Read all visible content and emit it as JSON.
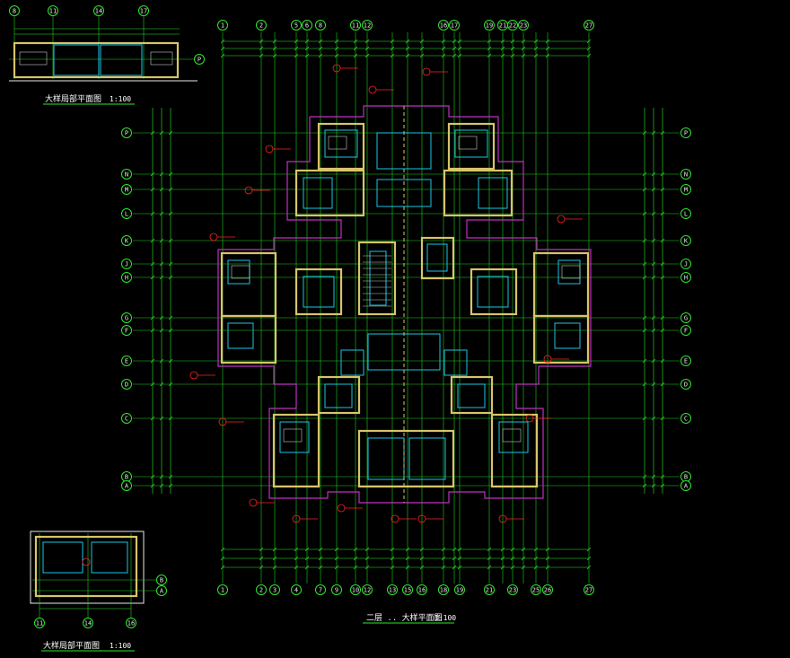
{
  "main_plan": {
    "title": "二层 .. 大样平面图",
    "scale": "1:100",
    "axes_top": [
      "1",
      "2",
      "5",
      "6",
      "8",
      "11",
      "12",
      "16",
      "17",
      "19",
      "21",
      "22",
      "23",
      "27"
    ],
    "axes_bottom": [
      "1",
      "2",
      "3",
      "4",
      "7",
      "9",
      "10",
      "12",
      "13",
      "15",
      "16",
      "18",
      "19",
      "21",
      "23",
      "25",
      "26",
      "27"
    ],
    "axes_left": [
      "P",
      "N",
      "M",
      "L",
      "K",
      "J",
      "H",
      "G",
      "F",
      "E",
      "D",
      "C",
      "B",
      "A"
    ],
    "axes_right": [
      "P",
      "N",
      "M",
      "L",
      "K",
      "J",
      "H",
      "G",
      "F",
      "E",
      "D",
      "C",
      "B",
      "A"
    ]
  },
  "detail_top": {
    "title": "大样局部平面图",
    "scale": "1:100",
    "axes_top": [
      "8",
      "11",
      "14",
      "17"
    ],
    "axis_right": "P"
  },
  "detail_bottom": {
    "title": "大样局部平面图",
    "scale": "1:100",
    "axes_bottom": [
      "11",
      "14",
      "16"
    ],
    "axes_right": [
      "B",
      "A"
    ]
  },
  "colors": {
    "background": "#000000",
    "grid": "#1fd11f",
    "wall": "#d8c46a",
    "room": "#19c6e6",
    "outline": "#c030c0",
    "tag": "#ff2020"
  }
}
